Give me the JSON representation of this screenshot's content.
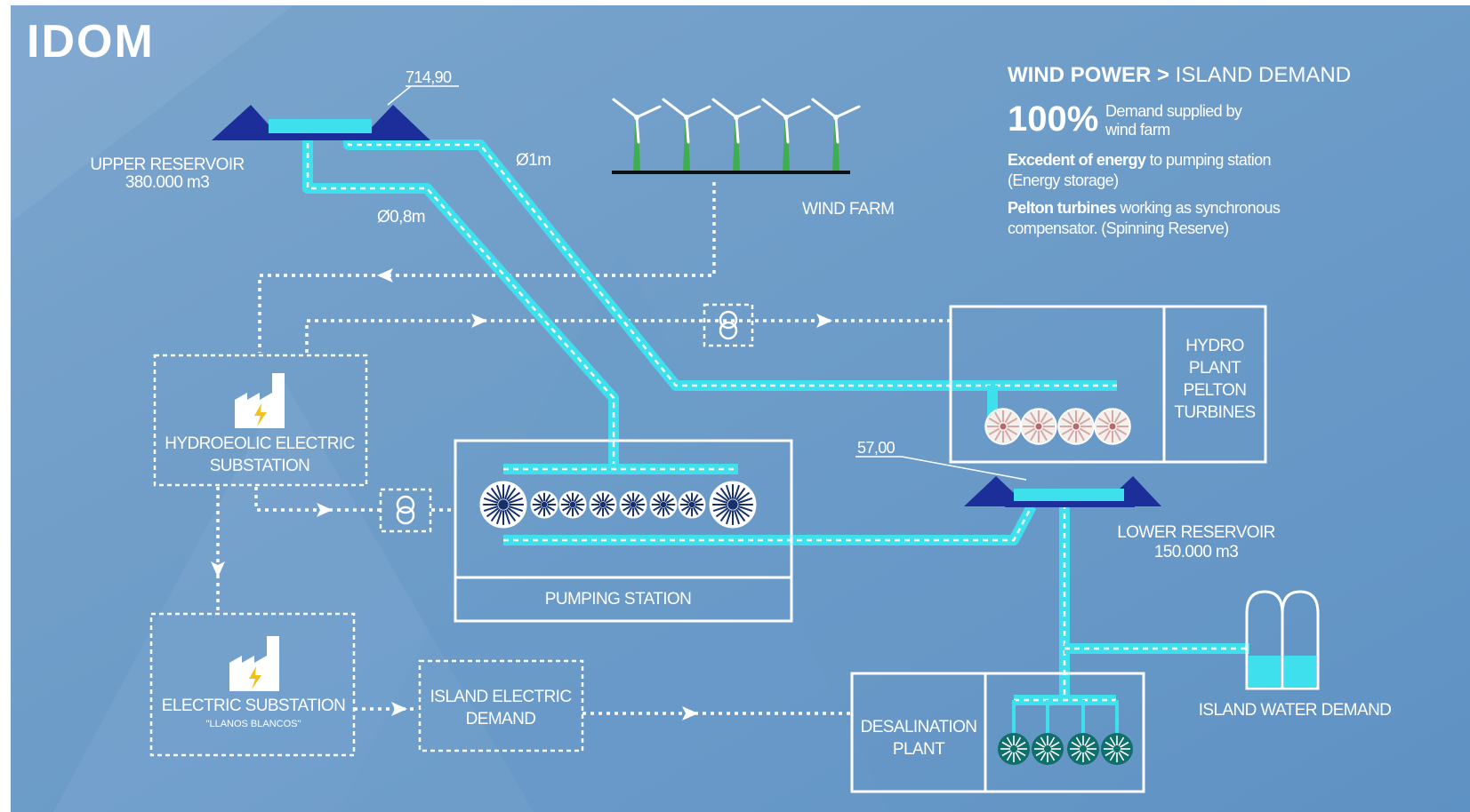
{
  "brand": {
    "logo_text": "IDOM"
  },
  "colors": {
    "background": "#6e9cc7",
    "water": "#3fe0ee",
    "mountain": "#1b2e9a",
    "text": "#ffffff"
  },
  "info": {
    "headline_bold": "WIND POWER >",
    "headline_rest": " ISLAND DEMAND",
    "percent": "100%",
    "percent_line1": "Demand supplied by",
    "percent_line2": "wind farm",
    "line1_bold": "Excedent of energy",
    "line1_rest": " to pumping station",
    "line1_cont": "(Energy storage)",
    "line2_bold": "Pelton turbines",
    "line2_rest": " working as synchronous",
    "line2_cont": "compensator. (Spinning Reserve)"
  },
  "upper_reservoir": {
    "elevation": "714,90",
    "name": "UPPER RESERVOIR",
    "volume": "380.000 m3"
  },
  "pipes": {
    "large": "Ø1m",
    "small": "Ø0,8m"
  },
  "wind_farm": {
    "label": "WIND FARM",
    "icon": "wind-turbine-icon"
  },
  "hydro_plant": {
    "lines": [
      "HYDRO",
      "PLANT",
      "PELTON",
      "TURBINES"
    ]
  },
  "lower_reservoir": {
    "elevation": "57,00",
    "name": "LOWER RESERVOIR",
    "volume": "150.000 m3"
  },
  "hydroeolic_substation": {
    "line1": "HYDROEOLIC ELECTRIC",
    "line2": "SUBSTATION",
    "icon": "factory-icon"
  },
  "pumping_station": {
    "label": "PUMPING STATION"
  },
  "electric_substation": {
    "line1": "ELECTRIC SUBSTATION",
    "line2": "\"LLANOS BLANCOS\"",
    "icon": "factory-icon"
  },
  "island_electric_demand": {
    "line1": "ISLAND ELECTRIC",
    "line2": "DEMAND"
  },
  "desalination_plant": {
    "line1": "DESALINATION",
    "line2": "PLANT"
  },
  "island_water_demand": {
    "label": "ISLAND WATER DEMAND",
    "icon": "water-tank-icon"
  }
}
